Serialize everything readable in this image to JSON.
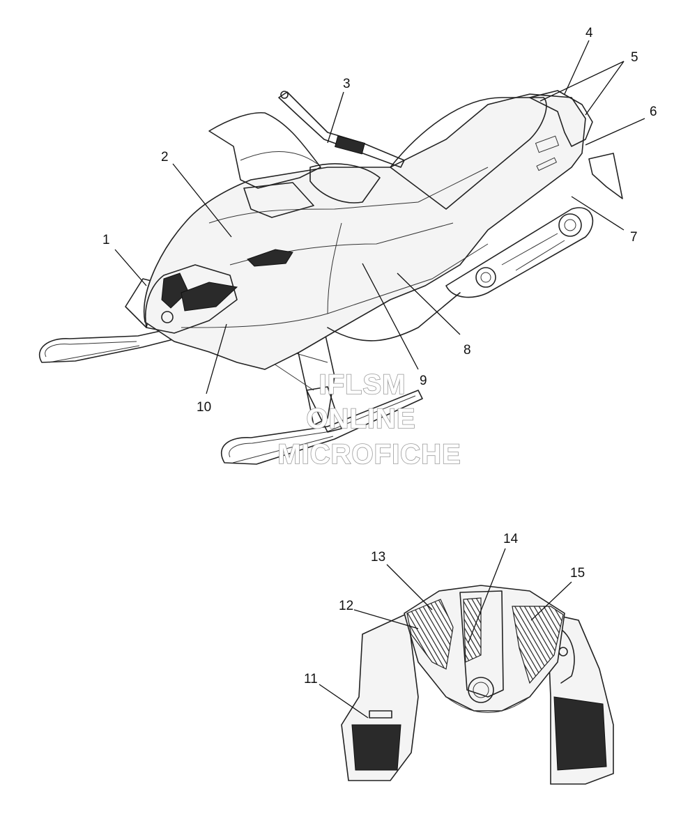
{
  "callouts": {
    "c1": "1",
    "c2": "2",
    "c3": "3",
    "c4": "4",
    "c5": "5",
    "c6": "6",
    "c7": "7",
    "c8": "8",
    "c9": "9",
    "c10": "10",
    "c11": "11",
    "c12": "12",
    "c13": "13",
    "c14": "14",
    "c15": "15"
  },
  "watermark": {
    "line1": "IFLSM",
    "line2": "ONLINE",
    "line3": "MICROFICHE"
  },
  "colors": {
    "ink": "#222222",
    "paper": "#ffffff",
    "watermark": "#9a9a9a"
  }
}
